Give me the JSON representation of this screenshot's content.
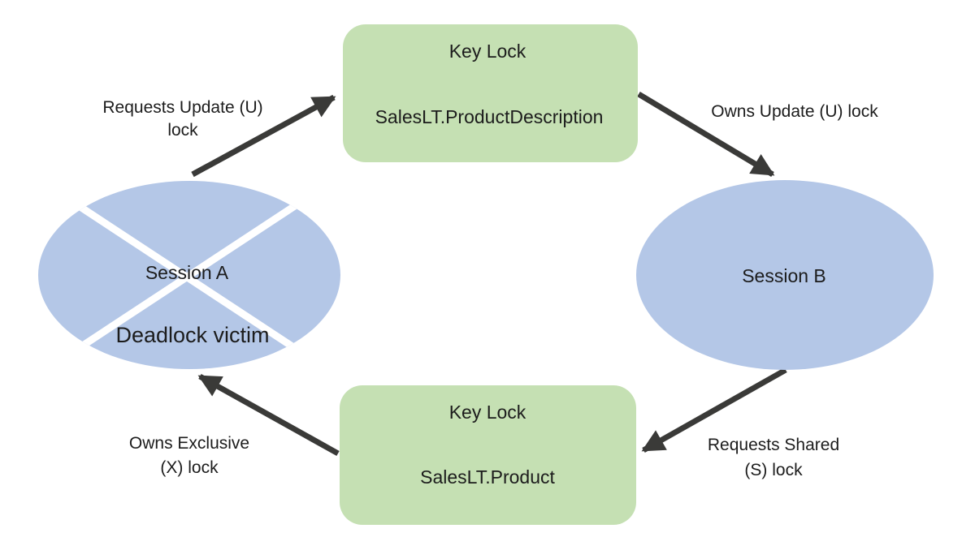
{
  "diagram": {
    "type": "deadlock-cycle",
    "nodes": {
      "lock_top": {
        "title": "Key Lock",
        "resource": "SalesLT.ProductDescription"
      },
      "lock_bottom": {
        "title": "Key Lock",
        "resource": "SalesLT.Product"
      },
      "session_a": {
        "label": "Session A",
        "status": "Deadlock victim"
      },
      "session_b": {
        "label": "Session B"
      }
    },
    "edges": {
      "session_a_to_lock_top": {
        "from": "Session A",
        "to": "Key Lock SalesLT.ProductDescription",
        "lines": [
          "Requests Update (U)",
          "lock"
        ]
      },
      "lock_top_to_session_b": {
        "from": "Key Lock SalesLT.ProductDescription",
        "to": "Session B",
        "lines": [
          "Owns Update (U) lock"
        ]
      },
      "session_b_to_lock_bottom": {
        "from": "Session B",
        "to": "Key Lock SalesLT.Product",
        "lines": [
          "Requests Shared",
          "(S) lock"
        ]
      },
      "lock_bottom_to_session_a": {
        "from": "Key Lock SalesLT.Product",
        "to": "Session A",
        "lines": [
          "Owns Exclusive",
          "(X) lock"
        ]
      }
    },
    "colors": {
      "lock_node_fill": "#c5e0b3",
      "session_node_fill": "#b4c7e7",
      "arrow": "#3a3a38",
      "text": "#1c1c1c",
      "victim_cross": "#ffffff",
      "background": "#ffffff"
    }
  }
}
